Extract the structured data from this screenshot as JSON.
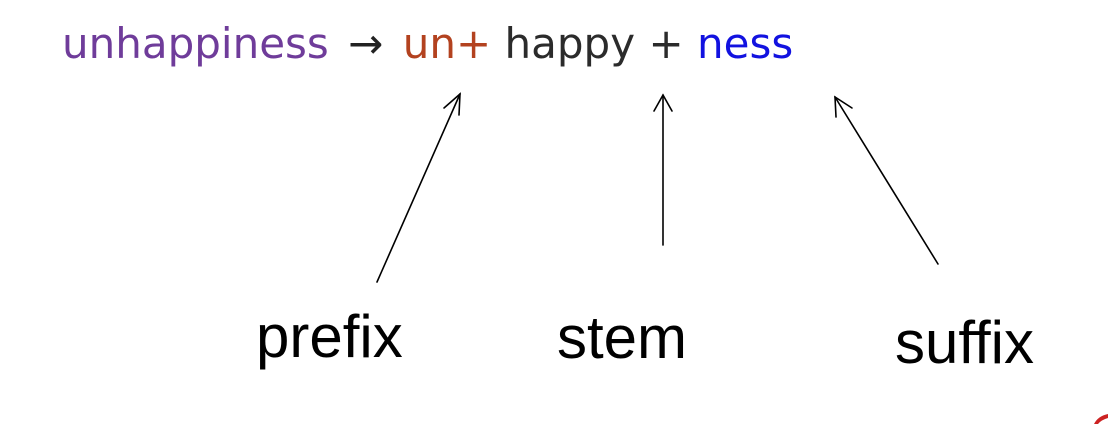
{
  "heading": {
    "word": "unhappiness",
    "arrow_symbol": "→",
    "prefix_part": "un+",
    "stem_part": "happy",
    "plus_symbol": "+",
    "suffix_part": "ness"
  },
  "labels": {
    "prefix": "prefix",
    "stem": "stem",
    "suffix": "suffix"
  },
  "colors": {
    "word": "#6f3c9a",
    "prefix": "#b3421f",
    "stem": "#2b2b2b",
    "suffix": "#1212e0",
    "arrows": "#000000",
    "corner_accent": "#cc2222"
  }
}
